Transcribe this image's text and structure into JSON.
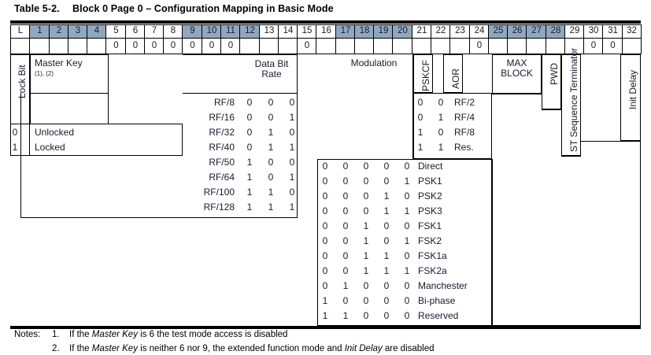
{
  "title": {
    "number": "Table 5-2.",
    "text": "Block 0 Page 0 – Configuration Mapping in Basic Mode"
  },
  "colors": {
    "shaded_header": "#91a7c0",
    "line": "#000000",
    "text": "#1a1a2e"
  },
  "bit_header": {
    "labels": [
      "L",
      "1",
      "2",
      "3",
      "4",
      "5",
      "6",
      "7",
      "8",
      "9",
      "10",
      "11",
      "12",
      "13",
      "14",
      "15",
      "16",
      "17",
      "18",
      "19",
      "20",
      "21",
      "22",
      "23",
      "24",
      "25",
      "26",
      "27",
      "28",
      "29",
      "30",
      "31",
      "32"
    ],
    "shaded": [
      false,
      true,
      true,
      true,
      true,
      false,
      false,
      false,
      false,
      true,
      true,
      true,
      true,
      false,
      false,
      false,
      false,
      true,
      true,
      true,
      true,
      false,
      false,
      false,
      false,
      true,
      true,
      true,
      true,
      false,
      false,
      false,
      false
    ],
    "values": [
      "",
      "",
      "",
      "",
      "",
      "0",
      "0",
      "0",
      "0",
      "0",
      "0",
      "0",
      "",
      "",
      "",
      "0",
      "",
      "",
      "",
      "",
      "",
      "",
      "",
      "",
      "0",
      "",
      "",
      "",
      "",
      "",
      "0",
      "0",
      ""
    ]
  },
  "fields": {
    "lock_bit": {
      "label": "Lock Bit"
    },
    "master_key": {
      "label": "Master Key",
      "footnote": "(1), (2)"
    },
    "data_bit_rate": {
      "label_line1": "Data Bit",
      "label_line2": "Rate"
    },
    "modulation": {
      "label": "Modulation"
    },
    "pskcf": {
      "label": "PSKCF"
    },
    "aor": {
      "label": "AOR"
    },
    "max_block": {
      "label_line1": "MAX",
      "label_line2": "BLOCK"
    },
    "pwd": {
      "label": "PWD"
    },
    "st_sequence_terminator": {
      "label": "ST Sequence Terminator"
    },
    "init_delay": {
      "label": "Init Delay"
    }
  },
  "lock_bit_table": {
    "rows": [
      {
        "bit": "0",
        "name": "Unlocked"
      },
      {
        "bit": "1",
        "name": "Locked"
      }
    ]
  },
  "data_bit_rate_table": {
    "rows": [
      {
        "name": "RF/8",
        "bits": [
          "0",
          "0",
          "0"
        ]
      },
      {
        "name": "RF/16",
        "bits": [
          "0",
          "0",
          "1"
        ]
      },
      {
        "name": "RF/32",
        "bits": [
          "0",
          "1",
          "0"
        ]
      },
      {
        "name": "RF/40",
        "bits": [
          "0",
          "1",
          "1"
        ]
      },
      {
        "name": "RF/50",
        "bits": [
          "1",
          "0",
          "0"
        ]
      },
      {
        "name": "RF/64",
        "bits": [
          "1",
          "0",
          "1"
        ]
      },
      {
        "name": "RF/100",
        "bits": [
          "1",
          "1",
          "0"
        ]
      },
      {
        "name": "RF/128",
        "bits": [
          "1",
          "1",
          "1"
        ]
      }
    ]
  },
  "pskcf_table": {
    "rows": [
      {
        "bits": [
          "0",
          "0"
        ],
        "name": "RF/2"
      },
      {
        "bits": [
          "0",
          "1"
        ],
        "name": "RF/4"
      },
      {
        "bits": [
          "1",
          "0"
        ],
        "name": "RF/8"
      },
      {
        "bits": [
          "1",
          "1"
        ],
        "name": "Res."
      }
    ]
  },
  "modulation_table": {
    "rows": [
      {
        "bits": [
          "0",
          "0",
          "0",
          "0",
          "0"
        ],
        "name": "Direct"
      },
      {
        "bits": [
          "0",
          "0",
          "0",
          "0",
          "1"
        ],
        "name": "PSK1"
      },
      {
        "bits": [
          "0",
          "0",
          "0",
          "1",
          "0"
        ],
        "name": "PSK2"
      },
      {
        "bits": [
          "0",
          "0",
          "0",
          "1",
          "1"
        ],
        "name": "PSK3"
      },
      {
        "bits": [
          "0",
          "0",
          "1",
          "0",
          "0"
        ],
        "name": "FSK1"
      },
      {
        "bits": [
          "0",
          "0",
          "1",
          "0",
          "1"
        ],
        "name": "FSK2"
      },
      {
        "bits": [
          "0",
          "0",
          "1",
          "1",
          "0"
        ],
        "name": "FSK1a"
      },
      {
        "bits": [
          "0",
          "0",
          "1",
          "1",
          "1"
        ],
        "name": "FSK2a"
      },
      {
        "bits": [
          "0",
          "1",
          "0",
          "0",
          "0"
        ],
        "name": "Manchester"
      },
      {
        "bits": [
          "1",
          "0",
          "0",
          "0",
          "0"
        ],
        "name": "Bi-phase"
      },
      {
        "bits": [
          "1",
          "1",
          "0",
          "0",
          "0"
        ],
        "name": "Reserved"
      }
    ]
  },
  "notes": {
    "label": "Notes:",
    "items": [
      {
        "num": "1.",
        "pre": "If the ",
        "em1": "Master Key",
        "mid": " is 6 the test mode access is disabled",
        "em2": "",
        "post": ""
      },
      {
        "num": "2.",
        "pre": "If the ",
        "em1": "Master Key",
        "mid": " is neither 6 nor 9, the extended function mode and ",
        "em2": "Init Delay",
        "post": " are disabled"
      }
    ]
  }
}
